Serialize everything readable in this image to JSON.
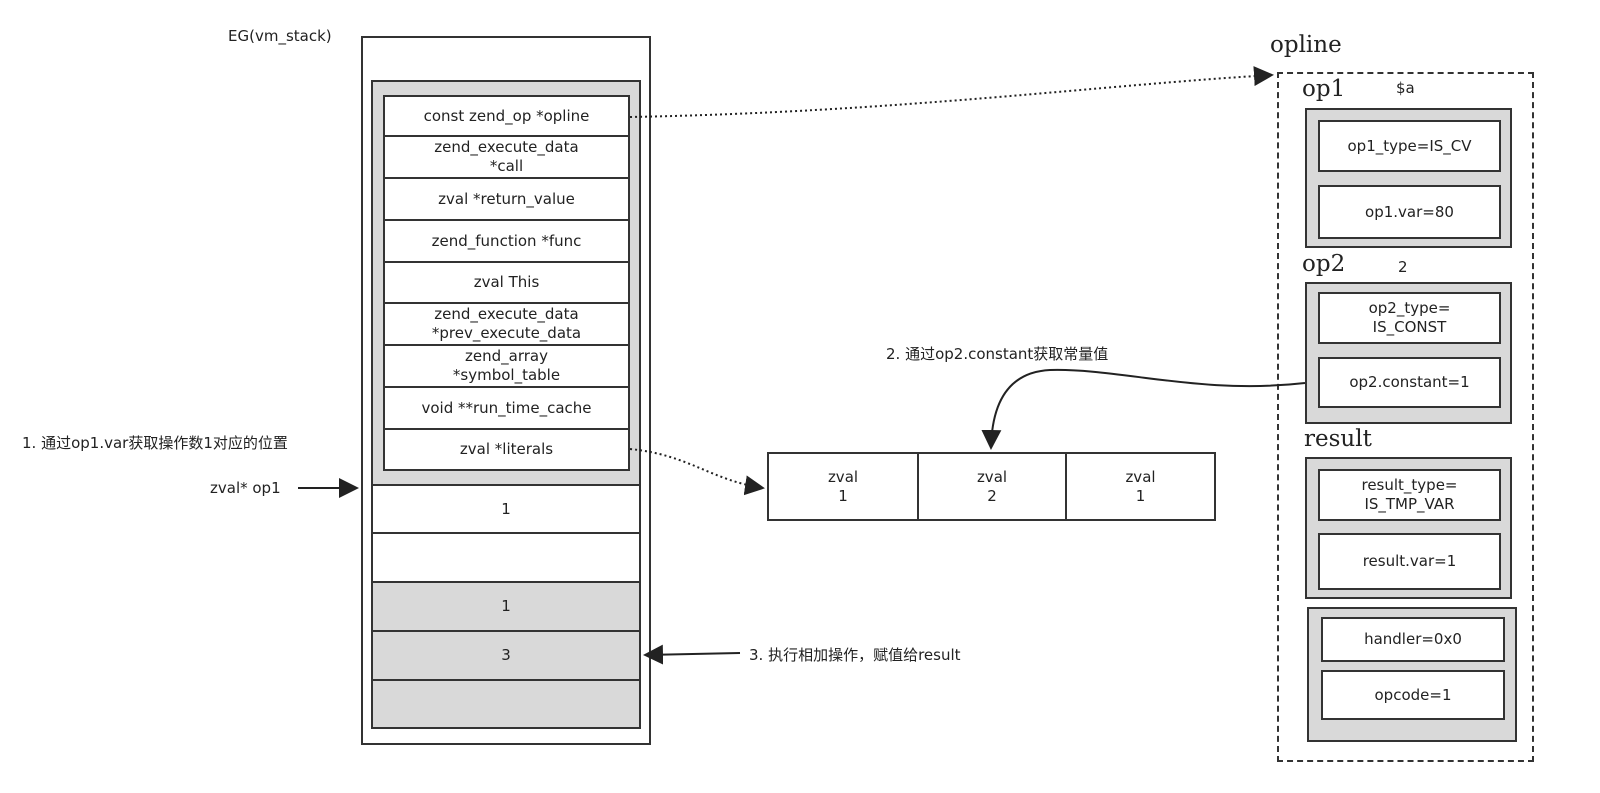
{
  "vm_stack": {
    "title": "EG(vm_stack)",
    "frame_fields": [
      "const zend_op *opline",
      "zend_execute_data\n*call",
      "zval  *return_value",
      "zend_function *func",
      "zval  This",
      "zend_execute_data\n*prev_execute_data",
      "zend_array\n*symbol_table",
      "void **run_time_cache",
      "zval  *literals"
    ],
    "slots": [
      "1",
      "",
      "1",
      "3",
      ""
    ]
  },
  "literals": [
    {
      "type": "zval",
      "value": "1"
    },
    {
      "type": "zval",
      "value": "2"
    },
    {
      "type": "zval",
      "value": "1"
    }
  ],
  "opline": {
    "title": "opline",
    "op1": {
      "label": "op1",
      "note": "$a",
      "type": "op1_type=IS_CV",
      "value": "op1.var=80"
    },
    "op2": {
      "label": "op2",
      "note": "2",
      "type": "op2_type=\nIS_CONST",
      "value": "op2.constant=1"
    },
    "result": {
      "label": "result",
      "type": "result_type=\nIS_TMP_VAR",
      "value": "result.var=1"
    },
    "handler": "handler=0x0",
    "opcode": "opcode=1"
  },
  "annotations": {
    "step1": "1. 通过op1.var获取操作数1对应的位置",
    "op1_pointer": "zval* op1",
    "step2": "2. 通过op2.constant获取常量值",
    "step3": "3. 执行相加操作，赋值给result"
  }
}
